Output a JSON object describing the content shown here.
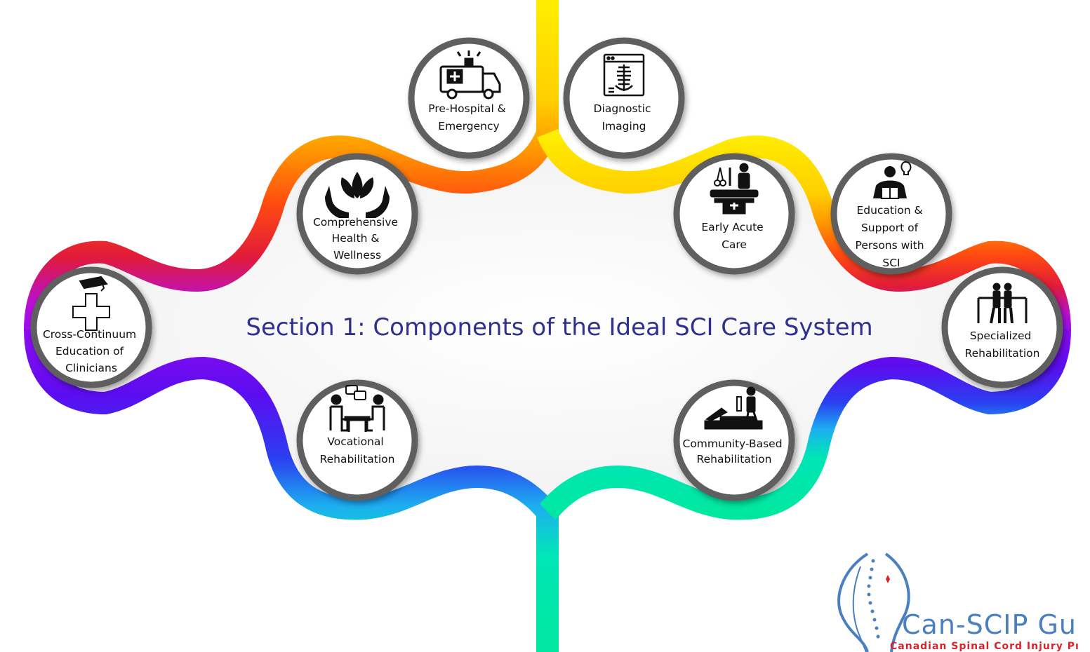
{
  "title": "Section 1: Components of the Ideal SCI Care System",
  "colors": {
    "title": "#2e3192",
    "ring": "#5f5f5f",
    "logo_blue": "#4a7fc0",
    "logo_red": "#d6242a"
  },
  "nodes": [
    {
      "id": "pre-hospital",
      "icon": "ambulance-icon",
      "label_lines": [
        "Pre-Hospital &",
        "Emergency"
      ]
    },
    {
      "id": "diagnostic-imaging",
      "icon": "xray-icon",
      "label_lines": [
        "Diagnostic",
        "Imaging"
      ]
    },
    {
      "id": "comprehensive-health",
      "icon": "lotus-hands-icon",
      "label_lines": [
        "Comprehensive",
        "Health &",
        "Wellness"
      ]
    },
    {
      "id": "early-acute-care",
      "icon": "surgery-icon",
      "label_lines": [
        "Early Acute",
        "Care"
      ]
    },
    {
      "id": "education-support",
      "icon": "reading-person-icon",
      "label_lines": [
        "Education &",
        "Support of",
        "Persons with",
        "SCI"
      ]
    },
    {
      "id": "cross-continuum",
      "icon": "graduation-cross-icon",
      "label_lines": [
        "Cross-Continuum",
        "Education of",
        "Clinicians"
      ]
    },
    {
      "id": "specialized-rehab",
      "icon": "parallel-bars-icon",
      "label_lines": [
        "Specialized",
        "Rehabilitation"
      ]
    },
    {
      "id": "vocational-rehab",
      "icon": "interview-icon",
      "label_lines": [
        "Vocational",
        "Rehabilitation"
      ]
    },
    {
      "id": "community-rehab",
      "icon": "bed-caregiver-icon",
      "label_lines": [
        "Community-Based",
        "Rehabilitation"
      ]
    }
  ],
  "logo": {
    "name": "Can-SCIP Gu",
    "tagline": "Canadian Spinal Cord Injury Pı"
  }
}
